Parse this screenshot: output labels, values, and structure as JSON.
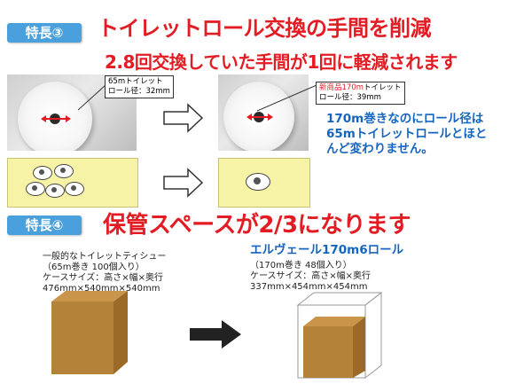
{
  "feature3": {
    "badge": "特長③",
    "headline1": "トイレットロール交換の手間を削減",
    "headline2": "2.8回交換していた手間が1回に軽減されます",
    "left_label_line1": "65mトイレット",
    "left_label_line2": "ロール径：32mm",
    "right_label_prefix": "新商品170m",
    "right_label_suffix": "トイレット",
    "right_label_line2": "ロール径：39mm",
    "note_line1": "170m巻きなのにロール径は",
    "note_line2": "65mトイレットロールとほと",
    "note_line3": "んど変わりません。"
  },
  "feature4": {
    "badge": "特長④",
    "headline": "保管スペースが2/3になります",
    "left_line1": "一般的なトイレットティシュー",
    "left_line2": "（65m巻き 100個入り）",
    "left_line3": "ケースサイズ：高さ×幅×奥行",
    "left_line4": "476mm×540mm×540mm",
    "right_title": "エルヴェール170m6ロール",
    "right_line2": "（170m巻き 48個入り）",
    "right_line3": "ケースサイズ：高さ×幅×奥行",
    "right_line4": "337mm×454mm×454mm"
  },
  "colors": {
    "accent_red": "#e31b23",
    "badge_blue": "#4aa0dc",
    "text_blue": "#1565c0",
    "box_brown": "#b5823a"
  },
  "icons": [
    "hollow-right-arrow-icon",
    "solid-right-arrow-icon",
    "double-headed-red-arrow-icon"
  ]
}
